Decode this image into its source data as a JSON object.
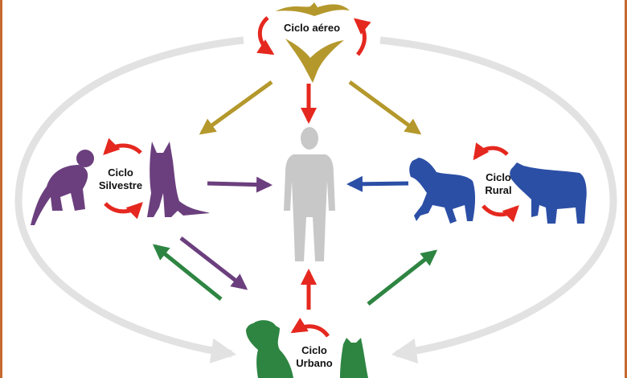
{
  "cycles": {
    "aereo": {
      "label": "Ciclo aéreo",
      "icon": "bat-icon"
    },
    "silvestre": {
      "label_line1": "Ciclo",
      "label_line2": "Silvestre",
      "icons": [
        "monkey-icon",
        "fox-icon"
      ]
    },
    "rural": {
      "label_line1": "Ciclo",
      "label_line2": "Rural",
      "icons": [
        "horse-icon",
        "cow-icon"
      ]
    },
    "urbano": {
      "label_line1": "Ciclo",
      "label_line2": "Urbano",
      "icons": [
        "dog-icon",
        "cat-icon"
      ]
    }
  },
  "center": {
    "icon": "human-icon"
  },
  "colors": {
    "aereo": "#b4982c",
    "silvestre": "#6b3f7e",
    "rural": "#2c4fa6",
    "urbano": "#2e8542",
    "cycle_arrow": "#e5281f",
    "human": "#c8c8c8",
    "ring": "#e2e2e2",
    "frame": "#c46a2e"
  }
}
